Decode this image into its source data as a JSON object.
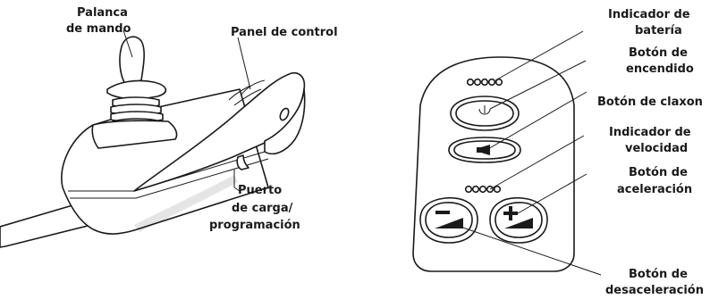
{
  "labels": {
    "joystick_line1": "Palanca",
    "joystick_line2": "de mando",
    "control_panel": "Panel de control",
    "port_line1": "Puerto",
    "port_line2": "de carga/",
    "port_line3": "programación",
    "battery_line1": "Indicador de",
    "battery_line2": "batería",
    "power_line1": "Botón de",
    "power_line2": "encendido",
    "horn": "Botón de claxon",
    "speed_line1": "Indicador de",
    "speed_line2": "velocidad",
    "accel_line1": "Botón de",
    "accel_line2": "aceleración",
    "decel_line1": "Botón de",
    "decel_line2": "desaceleración"
  },
  "colors": {
    "stroke": "#1a1a1a",
    "fill": "#ffffff",
    "shade": "#2b2b2b"
  }
}
